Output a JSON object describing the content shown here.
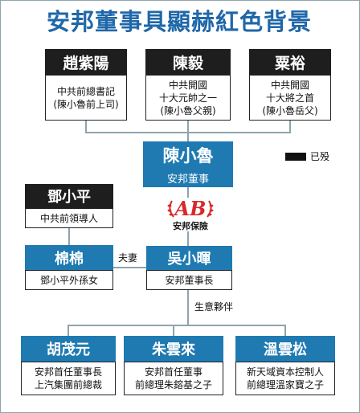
{
  "title": "安邦董事具顯赫紅色背景",
  "legend": {
    "label": "已殁"
  },
  "logo": {
    "mark": "AB",
    "text": "安邦保險"
  },
  "people": {
    "zhao": {
      "name": "趙紫陽",
      "lines": [
        "中共前總書記",
        "(陳小魯前上司)"
      ]
    },
    "chenyi": {
      "name": "陳毅",
      "lines": [
        "中共開國",
        "十大元帥之一",
        "(陳小魯父親)"
      ]
    },
    "suyu": {
      "name": "粟裕",
      "lines": [
        "中共開國",
        "十大將之首",
        "(陳小魯岳父)"
      ]
    },
    "chenxiaolu": {
      "name": "陳小魯",
      "role": "安邦董事"
    },
    "deng": {
      "name": "鄧小平",
      "lines": [
        "中共前領導人"
      ]
    },
    "mianmian": {
      "name": "棉棉",
      "lines": [
        "鄧小平外孫女"
      ]
    },
    "wuxiaohui": {
      "name": "吳小暉",
      "lines": [
        "安邦董事長"
      ]
    },
    "hu": {
      "name": "胡茂元",
      "lines": [
        "安邦首任董事長",
        "上汽集團前總裁"
      ]
    },
    "zhu": {
      "name": "朱雲來",
      "lines": [
        "安邦首任董事",
        "前總理朱鎔基之子"
      ]
    },
    "wen": {
      "name": "溫雲松",
      "lines": [
        "新天域資本控制人",
        "前總理溫家寶之子"
      ]
    }
  },
  "relations": {
    "spouse": "夫妻",
    "partners": "生意夥伴"
  }
}
